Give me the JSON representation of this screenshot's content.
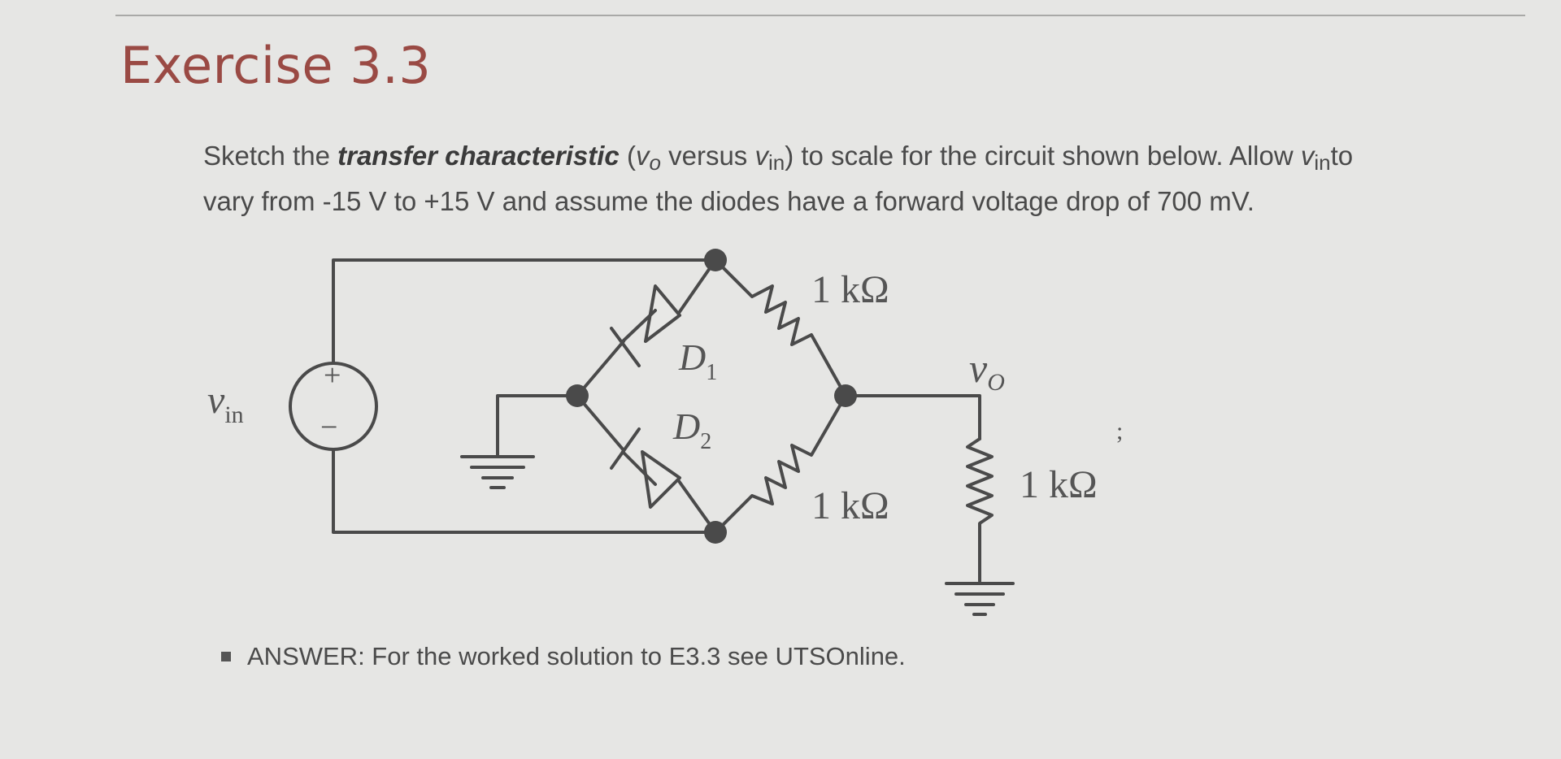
{
  "title": "Exercise 3.3",
  "problem": {
    "p1": "Sketch the ",
    "emphasis": "transfer characteristic",
    "p2": " (",
    "vo_v": "v",
    "vo_sub": "o",
    "p3": " versus ",
    "vin_v": "v",
    "vin_sub": "in",
    "p4": ") to scale for the circuit shown below. Allow ",
    "vin2_v": "v",
    "vin2_sub": "in",
    "p5": "to",
    "line2": "vary from -15 V to +15 V and assume the diodes have a forward voltage drop of 700 mV."
  },
  "circuit": {
    "source_label_v": "v",
    "source_label_sub": "in",
    "source_plus": "+",
    "source_minus": "−",
    "r_top_label": "1 kΩ",
    "r_bottom_label": "1 kΩ",
    "r_load_label": "1 kΩ",
    "d1_letter": "D",
    "d1_sub": "1",
    "d2_letter": "D",
    "d2_sub": "2",
    "output_label_v": "v",
    "output_label_sub": "O",
    "stray_mark": ";"
  },
  "answer": {
    "text": "ANSWER: For the worked solution to E3.3 see UTSOnline."
  }
}
